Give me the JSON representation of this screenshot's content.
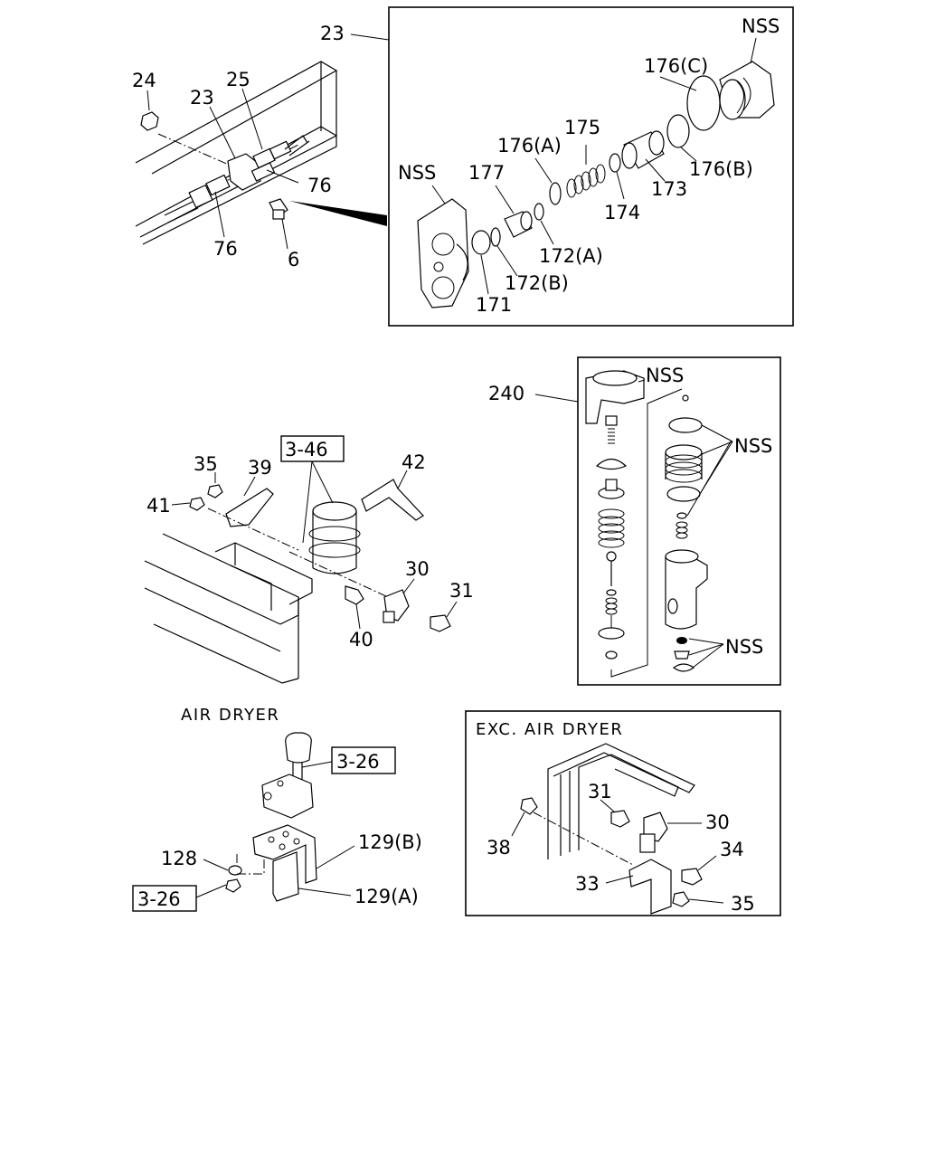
{
  "labels": {
    "top_left": {
      "p24": "24",
      "p23": "23",
      "p25": "25",
      "p76a": "76",
      "p76b": "76",
      "p6": "6"
    },
    "inset_valve": {
      "p23": "23",
      "nss_top": "NSS",
      "p176c": "176(C)",
      "p175": "175",
      "p176a": "176(A)",
      "p177": "177",
      "nss_left": "NSS",
      "p176b": "176(B)",
      "p173": "173",
      "p174": "174",
      "p172a": "172(A)",
      "p172b": "172(B)",
      "p171": "171"
    },
    "air_dryer_assembly": {
      "ref346": "3-46",
      "p35": "35",
      "p39": "39",
      "p41": "41",
      "p42": "42",
      "p30": "30",
      "p31": "31",
      "p40": "40"
    },
    "inset_dryer_kit": {
      "p240": "240",
      "nss1": "NSS",
      "nss2": "NSS",
      "nss3": "NSS"
    },
    "hand_valve": {
      "caption": "AIR DRYER",
      "ref326a": "3-26",
      "ref326b": "3-26",
      "p128": "128",
      "p129b": "129(B)",
      "p129a": "129(A)"
    },
    "exc_air_dryer": {
      "caption": "EXC. AIR DRYER",
      "p31": "31",
      "p30": "30",
      "p38": "38",
      "p34": "34",
      "p33": "33",
      "p35": "35"
    }
  }
}
